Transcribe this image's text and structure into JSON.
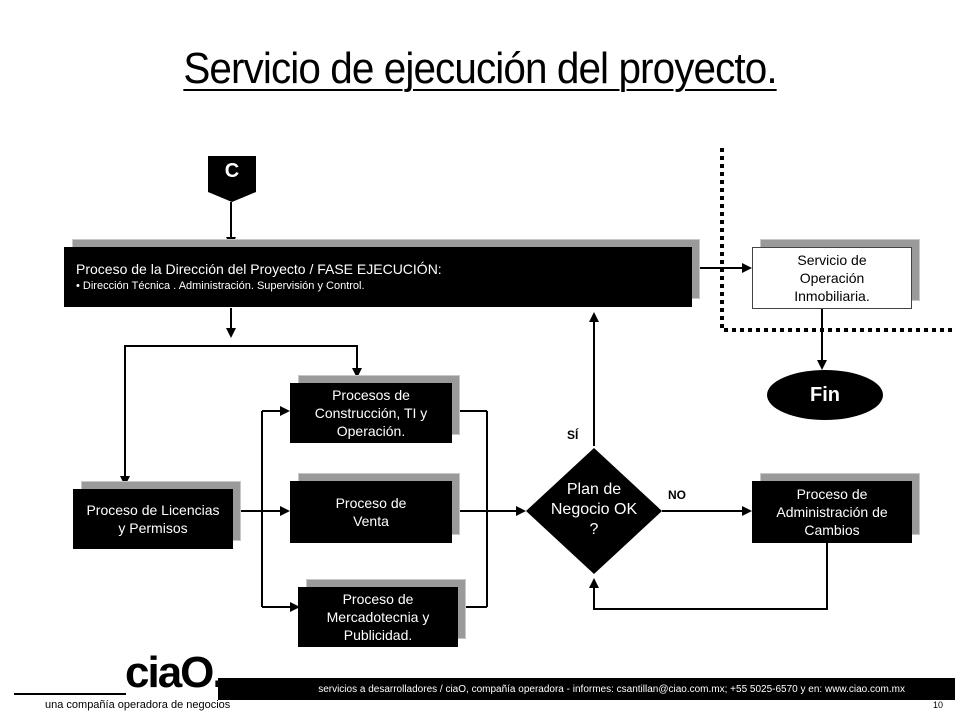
{
  "title": "Servicio de ejecución del proyecto.",
  "connector_label": "C",
  "main_process": {
    "line1": "Proceso de la Dirección del Proyecto / FASE EJECUCIÓN:",
    "line2": "• Dirección Técnica . Administración. Supervisión y Control."
  },
  "service": "Servicio de Operación Inmobiliaria.",
  "fin": "Fin",
  "licencias": "Proceso de Licencias y Permisos",
  "construccion": "Procesos de Construcción, TI y Operación.",
  "venta": "Proceso de Venta",
  "mercadotecnia": "Proceso de Mercadotecnia y Publicidad.",
  "decision": "Plan de Negocio OK ?",
  "yes_label": "SÍ",
  "no_label": "NO",
  "cambios": "Proceso de Administración de Cambios",
  "footer": "servicios a desarrolladores / ciaO, compañía operadora - informes: csantillan@ciao.com.mx; +55 5025-6570 y en: www.ciao.com.mx",
  "logo": "ciaO.",
  "tagline": "una compañía operadora de negocios",
  "page_label": "p. 10"
}
